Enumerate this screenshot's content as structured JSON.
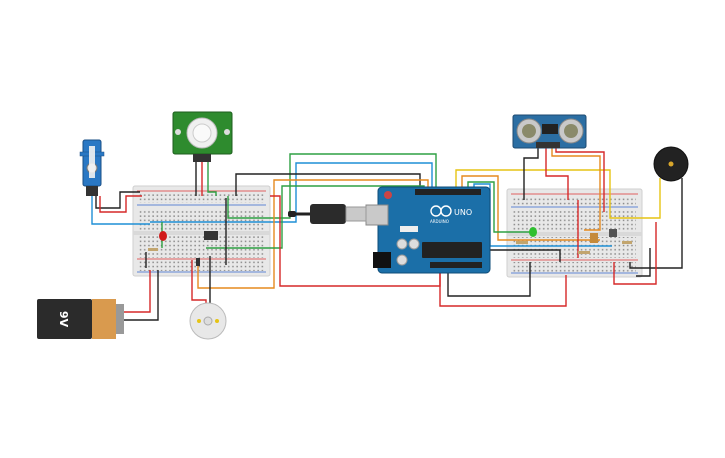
{
  "battery": {
    "label": "9V"
  },
  "arduino": {
    "label_model": "UNO",
    "label_brand": "ARDUINO"
  },
  "colors": {
    "wire_red": "#d62828",
    "wire_black": "#222222",
    "wire_green": "#2ea043",
    "wire_blue": "#1f8fd6",
    "wire_yellow": "#e6c414",
    "wire_orange": "#e58a1f",
    "arduino_blue": "#1b6fa8",
    "pir_green": "#2e8b2e",
    "servo_blue": "#2a78c4",
    "ultrasonic_blue": "#2b6ea3",
    "buzzer_black": "#222222",
    "battery_body": "#2b2b2b",
    "battery_cap": "#d99a4e",
    "breadboard": "#e8e8e8"
  },
  "components": [
    "servo-motor",
    "pir-sensor",
    "breadboard-left",
    "breadboard-right",
    "arduino-uno",
    "usb-cable",
    "ultrasonic-sensor",
    "piezo-buzzer",
    "battery-9v",
    "dc-motor",
    "red-led",
    "green-led",
    "resistor",
    "transistor",
    "potentiometer",
    "push-button"
  ]
}
